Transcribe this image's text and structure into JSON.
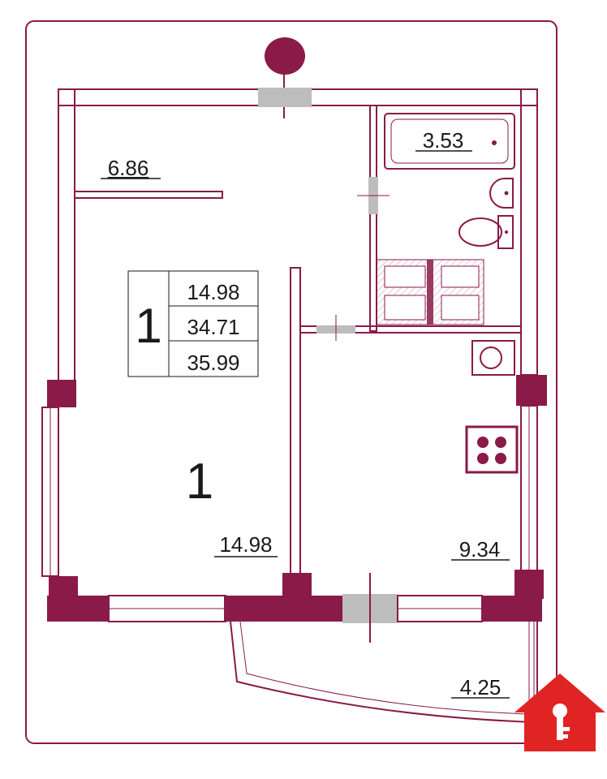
{
  "colors": {
    "wall": "#8a1a47",
    "frame": "#8a1a47",
    "door_gray": "#bdbdbd",
    "text": "#1a1a1a",
    "logo_red": "#e02424"
  },
  "rooms": {
    "corridor_area": "6.86",
    "bathroom_area": "3.53",
    "living_area": "14.98",
    "kitchen_area": "9.34",
    "balcony_area": "4.25",
    "living_number": "1"
  },
  "summary_table": {
    "rooms_count": "1",
    "living_area": "14.98",
    "total_area": "34.71",
    "total_with_balcony": "35.99"
  },
  "icons": [
    "compass-marker-icon",
    "bathtub-icon",
    "sink-icon",
    "toilet-icon",
    "washer-icon",
    "stove-icon",
    "house-key-logo-icon"
  ]
}
